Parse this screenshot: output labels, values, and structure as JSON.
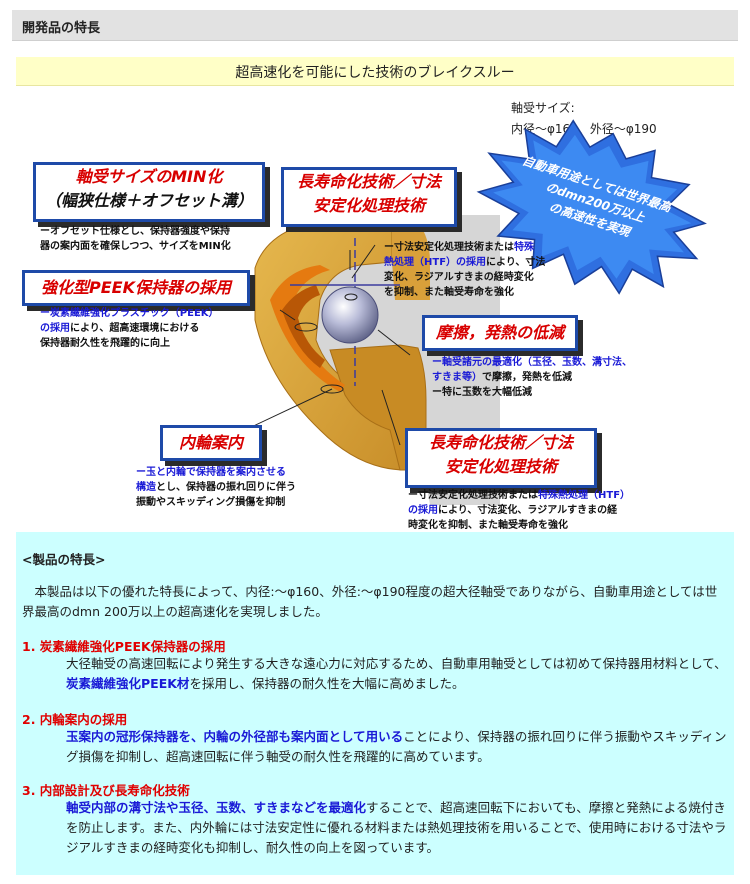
{
  "header": {
    "title": "開発品の特長"
  },
  "banner": {
    "text": "超高速化を可能にした技術のブレイクスルー"
  },
  "size_note": {
    "label": "軸受サイズ:",
    "value": "内径〜φ160、外径〜φ190"
  },
  "diagram": {
    "burst": [
      "自動車用途としては世界最高",
      "のdmn200万以上",
      "の高速性を実現"
    ],
    "box1": {
      "line1": "軸受サイズのMIN化",
      "line2": "（幅狭仕様＋オフセット溝）"
    },
    "cap1": [
      "ーオフセット仕様とし、保持器強度や保持",
      "器の案内面を確保しつつ、サイズをMIN化"
    ],
    "box2": {
      "line1": "長寿命化技術／寸法",
      "line2": "安定化処理技術"
    },
    "cap2": {
      "l1a": "ー寸法安定化処理技術または",
      "l1b": "特殊",
      "l2a": "熱処理",
      "l2b": "（HTF）の採用",
      "l2c": "により、寸法",
      "l3": "変化、ラジアルすきまの経時変化",
      "l4": "を抑制、また軸受寿命を強化"
    },
    "box3": {
      "line1": "強化型PEEK保持器の採用"
    },
    "cap3": {
      "l1": "ー炭素繊維強化プラスチック（PEEK）",
      "l2a": "の採用",
      "l2b": "により、超高速環境における",
      "l3": "保持器耐久性を飛躍的に向上"
    },
    "box4": {
      "line1": "摩擦，発熱の低減"
    },
    "cap4": {
      "l1": "ー軸受諸元の最適化（玉径、玉数、溝寸法、",
      "l2a": "すきま等）",
      "l2b": "で摩擦，発熱を低減",
      "l3": "ー特に玉数を大幅低減"
    },
    "box5": {
      "line1": "内輪案内"
    },
    "cap5": {
      "l1": "ー玉と内輪で保持器を案内させる",
      "l2a": "構造",
      "l2b": "とし、保持器の振れ回りに伴う",
      "l3": "振動やスキッディング損傷を抑制"
    },
    "box6": {
      "line1": "長寿命化技術／寸法",
      "line2": "安定化処理技術"
    },
    "cap6": {
      "l1a": "ー寸法安定化処理技術または",
      "l1b": "特殊熱処理（HTF）",
      "l2a": "の採用",
      "l2b": "により、寸法変化、ラジアルすきまの経",
      "l3": "時変化を抑制、また軸受寿命を強化"
    }
  },
  "features": {
    "heading": "<製品の特長>",
    "intro": "本製品は以下の優れた特長によって、内径:〜φ160、外径:〜φ190程度の超大径軸受でありながら、自動車用途としては世界最高のdmn 200万以上の超高速化を実現しました。",
    "items": [
      {
        "title": "1. 炭素繊維強化PEEK保持器の採用",
        "pre": "大径軸受の高速回転により発生する大きな遠心力に対応するため、自動車用軸受としては初めて保持器用材料として、",
        "emph": "炭素繊維強化PEEK材",
        "post": "を採用し、保持器の耐久性を大幅に高めました。"
      },
      {
        "title": "2. 内輪案内の採用",
        "pre": "",
        "emph": "玉案内の冠形保持器を、内輪の外径部も案内面として用いる",
        "post": "ことにより、保持器の振れ回りに伴う振動やスキッディング損傷を抑制し、超高速回転に伴う軸受の耐久性を飛躍的に高めています。"
      },
      {
        "title": "3. 内部設計及び長寿命化技術",
        "pre": "",
        "emph": "軸受内部の溝寸法や玉径、玉数、すきまなどを最適化",
        "post": "することで、超高速回転下においても、摩擦と発熱による焼付きを防止します。また、内外輪には寸法安定性に優れる材料または熱処理技術を用いることで、使用時における寸法やラジアルすきまの経時変化も抑制し、耐久性の向上を図っています。"
      }
    ]
  }
}
